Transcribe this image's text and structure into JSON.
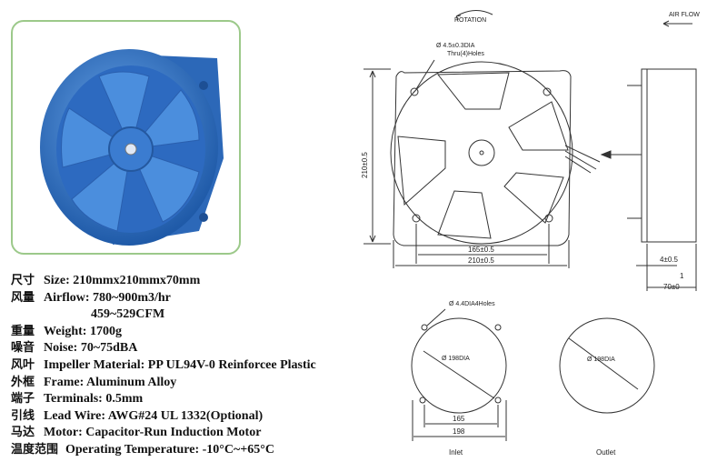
{
  "specs": [
    {
      "cn": "尺寸",
      "en": "Size: 210mmx210mmx70mm"
    },
    {
      "cn": "风量",
      "en": "Airflow: 780~900m3/hr",
      "sub": "459~529CFM"
    },
    {
      "cn": "重量",
      "en": "Weight: 1700g"
    },
    {
      "cn": "噪音",
      "en": "Noise: 70~75dBA"
    },
    {
      "cn": "风叶",
      "en": "Impeller Material: PP UL94V-0 Reinforcee Plastic"
    },
    {
      "cn": "外框",
      "en": "Frame: Aluminum Alloy"
    },
    {
      "cn": "端子",
      "en": "Terminals: 0.5mm"
    },
    {
      "cn": "引线",
      "en": "Lead Wire: AWG#24 UL 1332(Optional)"
    },
    {
      "cn": "马达",
      "en": "Motor: Capacitor-Run Induction Motor"
    },
    {
      "cn": "温度范围",
      "en": "Operating Temperature: -10°C~+65°C"
    }
  ],
  "drawing": {
    "rotation": "ROTATION",
    "air_flow": "AIR FLOW",
    "hole_label_1": "Ø 4.5±0.3DIA",
    "hole_label_2": "Thru(4)Holes",
    "height_dim": "210±0.5",
    "bolt_dim": "165±0.5",
    "width_dim": "210±0.5",
    "depth_small": "4±0.5",
    "depth_one": "1",
    "depth_total": "70±0",
    "inlet_holes": "Ø 4.4DIA4Holes",
    "inlet_dia": "Ø 198DIA",
    "inlet_bolt": "165",
    "inlet_width": "198",
    "inlet_label": "Inlet",
    "outlet_dia": "Ø 198DIA",
    "outlet_label": "Outlet"
  },
  "colors": {
    "fan_blue": "#3d7fd0",
    "fan_dark": "#1f5aa8",
    "frame_border": "#9cc98a",
    "line": "#333333"
  }
}
